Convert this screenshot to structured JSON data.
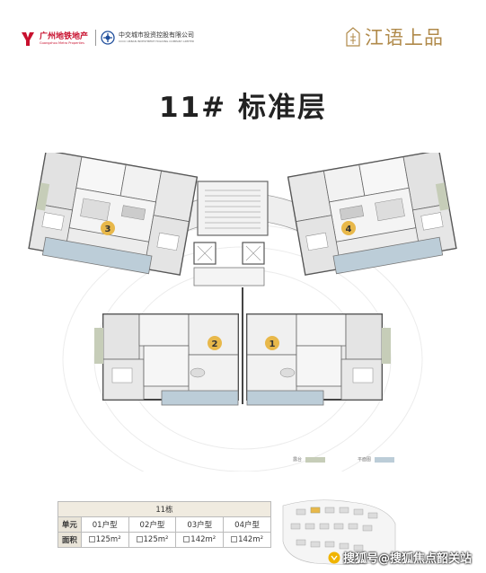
{
  "header": {
    "logo1_cn": "广州地铁地产",
    "logo1_en": "Guangzhou Metro Properties",
    "logo2_cn": "中交城市投资控股有限公司",
    "logo2_en": "CCCC URBAN INVESTMENT HOLDING COMPANY LIMITED",
    "brand": "江语上品"
  },
  "title": "11# 标准层",
  "plan": {
    "unit_labels": [
      "1",
      "2",
      "3",
      "4"
    ],
    "legend": [
      {
        "label": "露台",
        "color": "#c6cdb8"
      },
      {
        "label": "平面图",
        "color": "#bccdd8"
      }
    ]
  },
  "table": {
    "caption": "11栋",
    "rows": [
      {
        "head": "单元",
        "cells": [
          "01户型",
          "02户型",
          "03户型",
          "04户型"
        ]
      },
      {
        "head": "面积",
        "cells": [
          "125m²",
          "125m²",
          "142m²",
          "142m²"
        ]
      }
    ]
  },
  "watermark": "搜狐号@搜狐焦点韶关站",
  "colors": {
    "brand_red": "#c8102e",
    "brand_gold": "#b08a4a",
    "unit_badge": "#e8b84a",
    "terrace": "#c6cdb8",
    "balcony": "#bccdd8"
  }
}
